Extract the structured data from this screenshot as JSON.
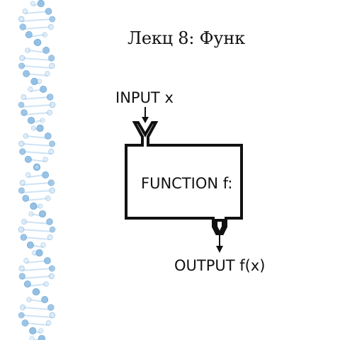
{
  "slide": {
    "title": "Лекц 8: Функ"
  },
  "diagram": {
    "input_label": "INPUT x",
    "function_label": "FUNCTION f:",
    "output_label": "OUTPUT f(x)"
  },
  "colors": {
    "background": "#ffffff",
    "ink": "#111111",
    "dna_light": "#cfe3f5",
    "dna_mid": "#8fbde3",
    "dna_dark": "#5d9fd4"
  },
  "decoration": {
    "left_strip": "dna-helix"
  }
}
